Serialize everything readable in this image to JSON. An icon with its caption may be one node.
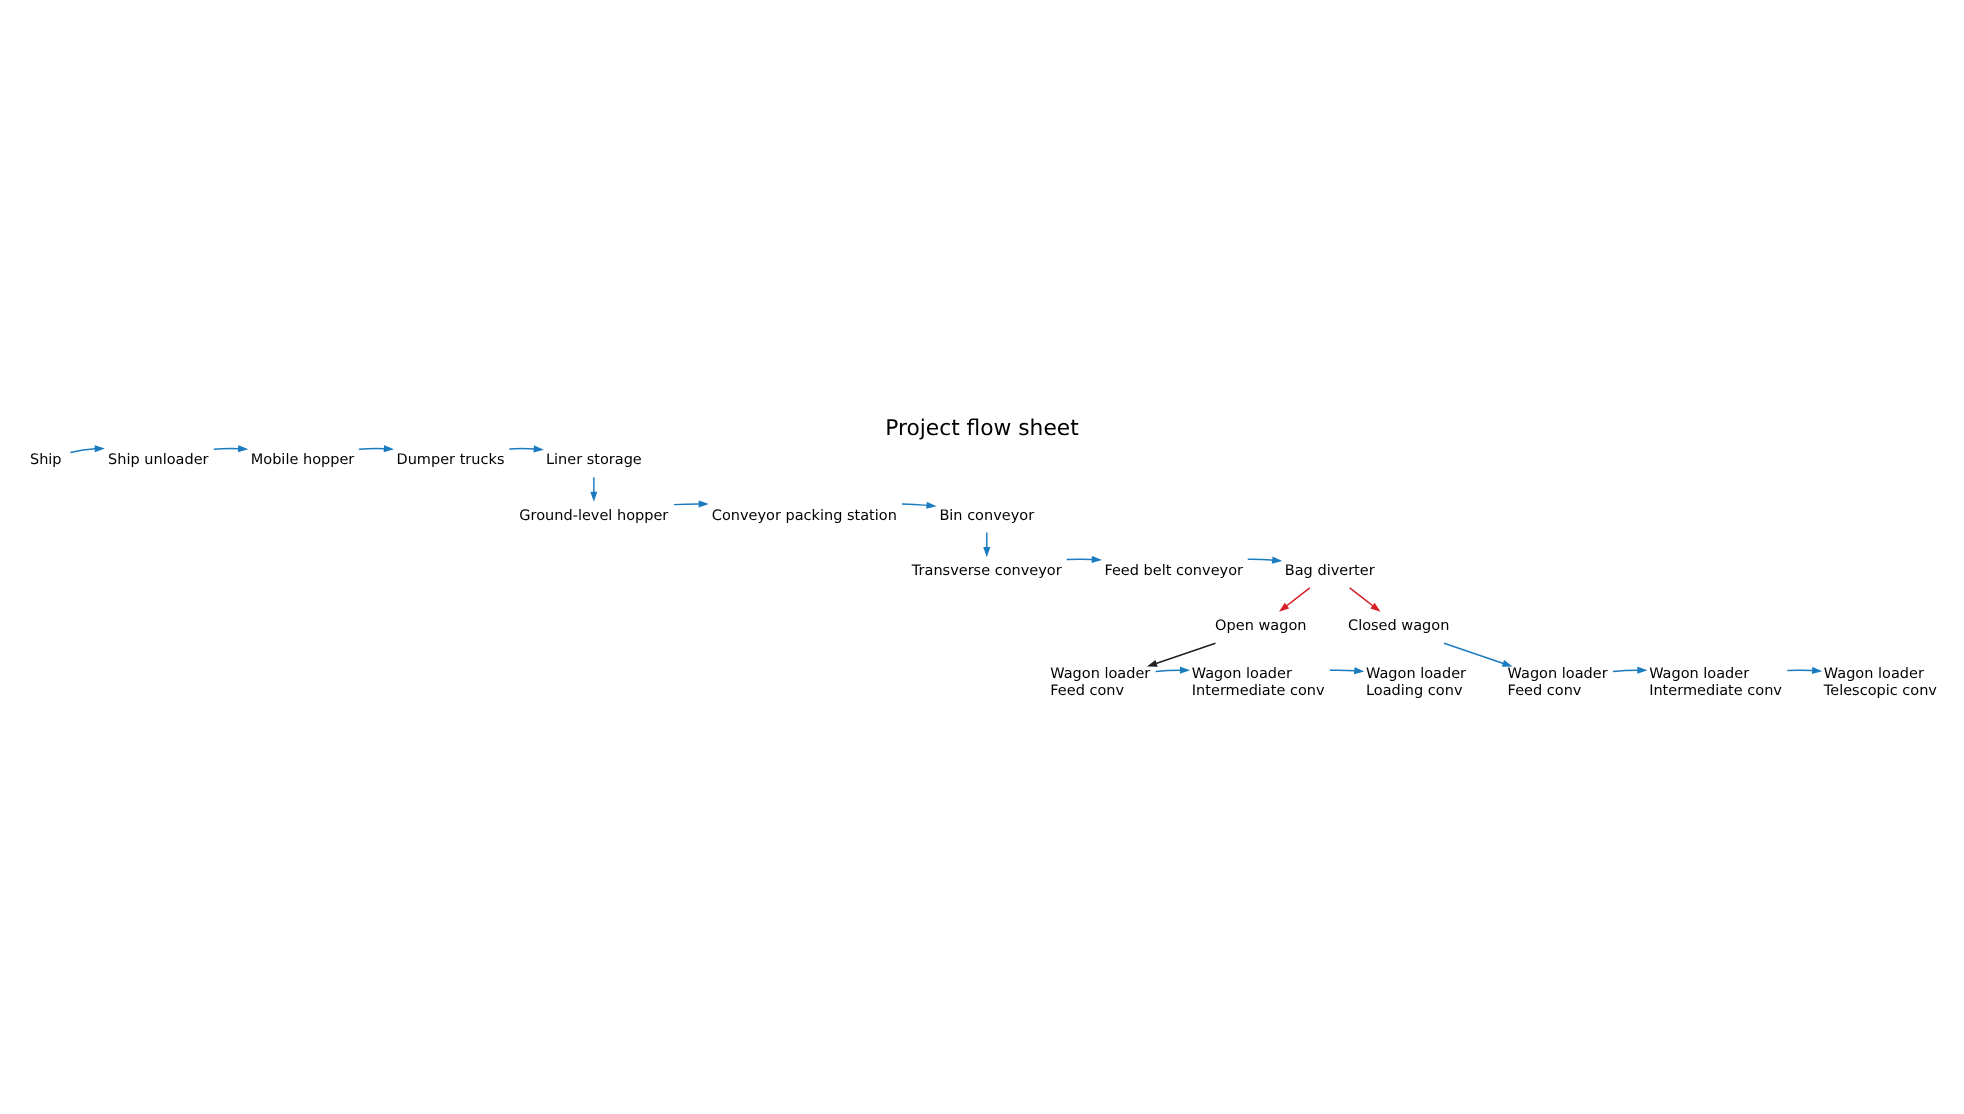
{
  "diagram": {
    "title": "Project flow sheet",
    "nodes": [
      {
        "text": [
          "Ship"
        ]
      },
      {
        "text": [
          "Ship unloader"
        ]
      },
      {
        "text": [
          "Mobile hopper"
        ]
      },
      {
        "text": [
          "Dumper trucks"
        ]
      },
      {
        "text": [
          "Liner storage"
        ]
      },
      {
        "text": [
          "Ground-level hopper"
        ]
      },
      {
        "text": [
          "Conveyor packing station"
        ]
      },
      {
        "text": [
          "Bin conveyor"
        ]
      },
      {
        "text": [
          "Transverse conveyor"
        ]
      },
      {
        "text": [
          "Feed belt conveyor"
        ]
      },
      {
        "text": [
          "Bag diverter"
        ]
      },
      {
        "text": [
          "Open wagon"
        ]
      },
      {
        "text": [
          "Closed wagon"
        ]
      },
      {
        "text": [
          "Wagon loader Feed conv"
        ]
      },
      {
        "text": [
          "Wagon loader Intermediate conv"
        ]
      },
      {
        "text": [
          "Wagon loader Loading conv"
        ]
      },
      {
        "text": [
          "Wagon loader Feed conv"
        ]
      },
      {
        "text": [
          "Wagon loader Intermediate conv"
        ]
      },
      {
        "text": [
          "Wagon loader Telescopic conv"
        ]
      }
    ],
    "edges": [
      {
        "from": 0,
        "to": 1,
        "arrow": "to"
      },
      {
        "from": 1,
        "to": 2,
        "arrow": "to"
      },
      {
        "from": 2,
        "to": 3,
        "arrow": "to"
      },
      {
        "from": 3,
        "to": 4,
        "arrow": "to"
      },
      {
        "from": 4,
        "to": 5,
        "arrow": "to"
      },
      {
        "from": 5,
        "to": 6,
        "arrow": "to"
      },
      {
        "from": 6,
        "to": 7,
        "arrow": "to"
      },
      {
        "from": 7,
        "to": 8,
        "arrow": "to"
      },
      {
        "from": 8,
        "to": 9,
        "arrow": "to"
      },
      {
        "from": 9,
        "to": 10,
        "arrow": "to"
      },
      {
        "from": 10,
        "to": 11,
        "arrow": "to",
        "color": "#d42027"
      },
      {
        "from": 10,
        "to": 12,
        "arrow": "to",
        "color": "#d42027"
      },
      {
        "from": 11,
        "to": 13,
        "arrow": "to",
        "color": "#231f20"
      },
      {
        "from": 13,
        "to": 14,
        "arrow": "to"
      },
      {
        "from": 14,
        "to": 15,
        "arrow": "to"
      },
      {
        "from": 12,
        "to": 16,
        "arrow": "to"
      },
      {
        "from": 16,
        "to": 17,
        "arrow": "to"
      },
      {
        "from": 17,
        "to": 18,
        "arrow": "to"
      }
    ]
  }
}
